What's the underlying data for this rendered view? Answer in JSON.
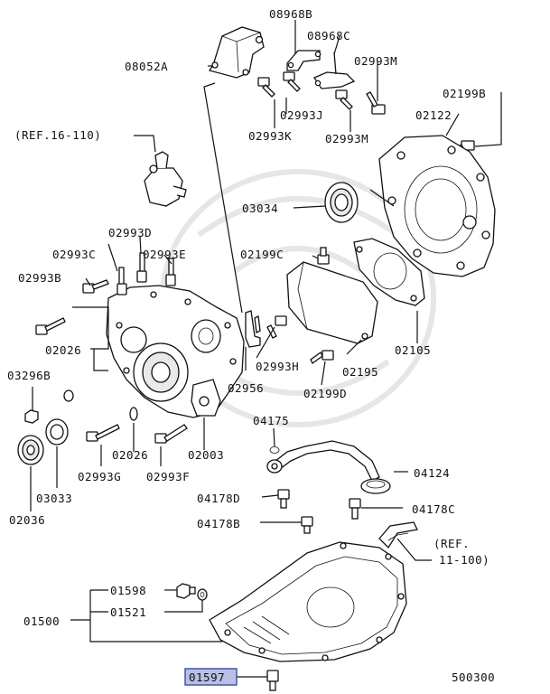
{
  "labels": {
    "p08968B": "08968B",
    "p08968C": "08968C",
    "p08052A": "08052A",
    "p02993M_a": "02993M",
    "p02993J": "02993J",
    "p02993K": "02993K",
    "p02993M_b": "02993M",
    "p02199B": "02199B",
    "p02122": "02122",
    "ref_a": "(REF.16-110)",
    "p03034": "03034",
    "p02993D": "02993D",
    "p02993C": "02993C",
    "p02993E": "02993E",
    "p02199C": "02199C",
    "p02993B": "02993B",
    "p02026_a": "02026",
    "p03296B": "03296B",
    "p02956": "02956",
    "p02993H": "02993H",
    "p02195": "02195",
    "p02105": "02105",
    "p02199D": "02199D",
    "p04175": "04175",
    "p02026_b": "02026",
    "p02003": "02003",
    "p02993G": "02993G",
    "p02993F": "02993F",
    "p03033": "03033",
    "p02036": "02036",
    "p04124": "04124",
    "p04178D": "04178D",
    "p04178C": "04178C",
    "p04178B": "04178B",
    "ref_b1": "(REF.",
    "ref_b2": "11-100)",
    "p01598": "01598",
    "p01521": "01521",
    "p01500": "01500",
    "p01597": "01597",
    "diagram_no": "500300"
  },
  "colors": {
    "highlight": "#b9c0e6",
    "ink": "#111111"
  }
}
